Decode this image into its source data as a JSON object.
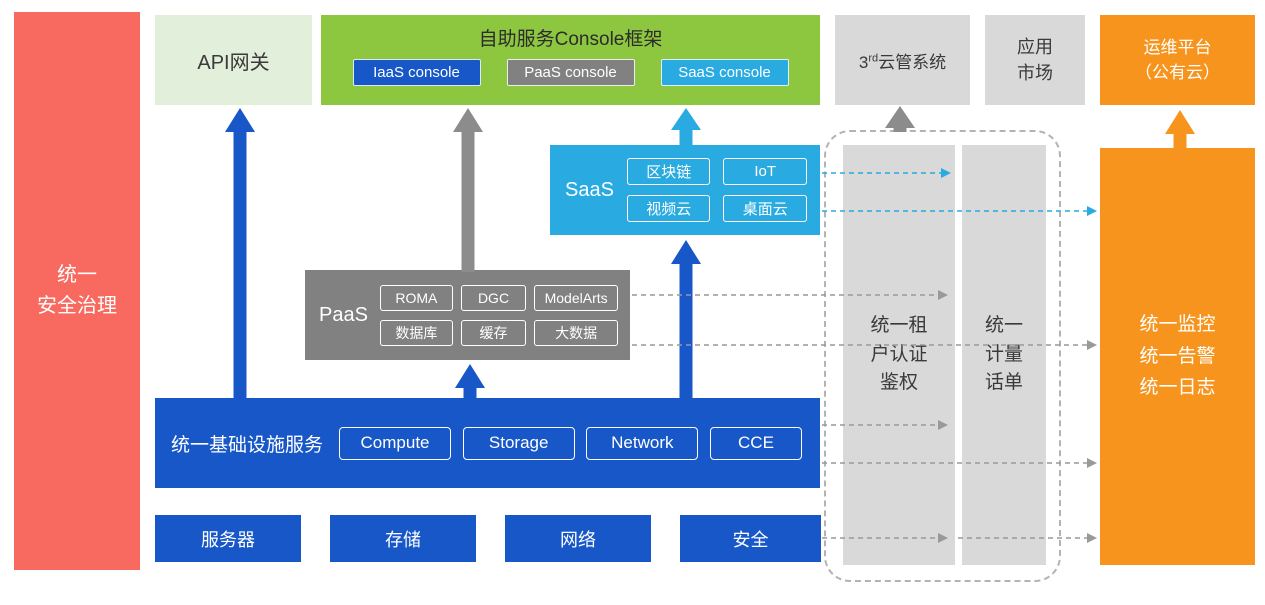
{
  "colors": {
    "red": "#f8695f",
    "light-green": "#e2efda",
    "green": "#8dc63f",
    "blue": "#1757c8",
    "cyan": "#29abe2",
    "gray": "#818181",
    "light-gray": "#d9d9d9",
    "orange": "#f7941d",
    "text-dark": "#3a3a3a"
  },
  "security_bar": {
    "label": "统一\n安全治理"
  },
  "top_row": {
    "api_gateway": "API网关",
    "console": {
      "title": "自助服务Console框架",
      "iaas": "IaaS console",
      "paas": "PaaS console",
      "saas": "SaaS console"
    },
    "third_party": {
      "prefix": "3",
      "sup": "rd",
      "rest": "云管系统"
    },
    "app_market": "应用\n市场",
    "om_platform": "运维平台\n（公有云）"
  },
  "saas": {
    "label": "SaaS",
    "items": [
      "区块链",
      "IoT",
      "视频云",
      "桌面云"
    ]
  },
  "paas": {
    "label": "PaaS",
    "items": [
      "ROMA",
      "DGC",
      "ModelArts",
      "数据库",
      "缓存",
      "大数据"
    ]
  },
  "infra": {
    "label": "统一基础设施服务",
    "items": [
      "Compute",
      "Storage",
      "Network",
      "CCE"
    ]
  },
  "resources": [
    "服务器",
    "存储",
    "网络",
    "安全"
  ],
  "right_panel": {
    "auth": "统一租\n户认证\n鉴权",
    "billing": "统一\n计量\n话单",
    "monitor": "统一监控\n统一告警\n统一日志"
  }
}
